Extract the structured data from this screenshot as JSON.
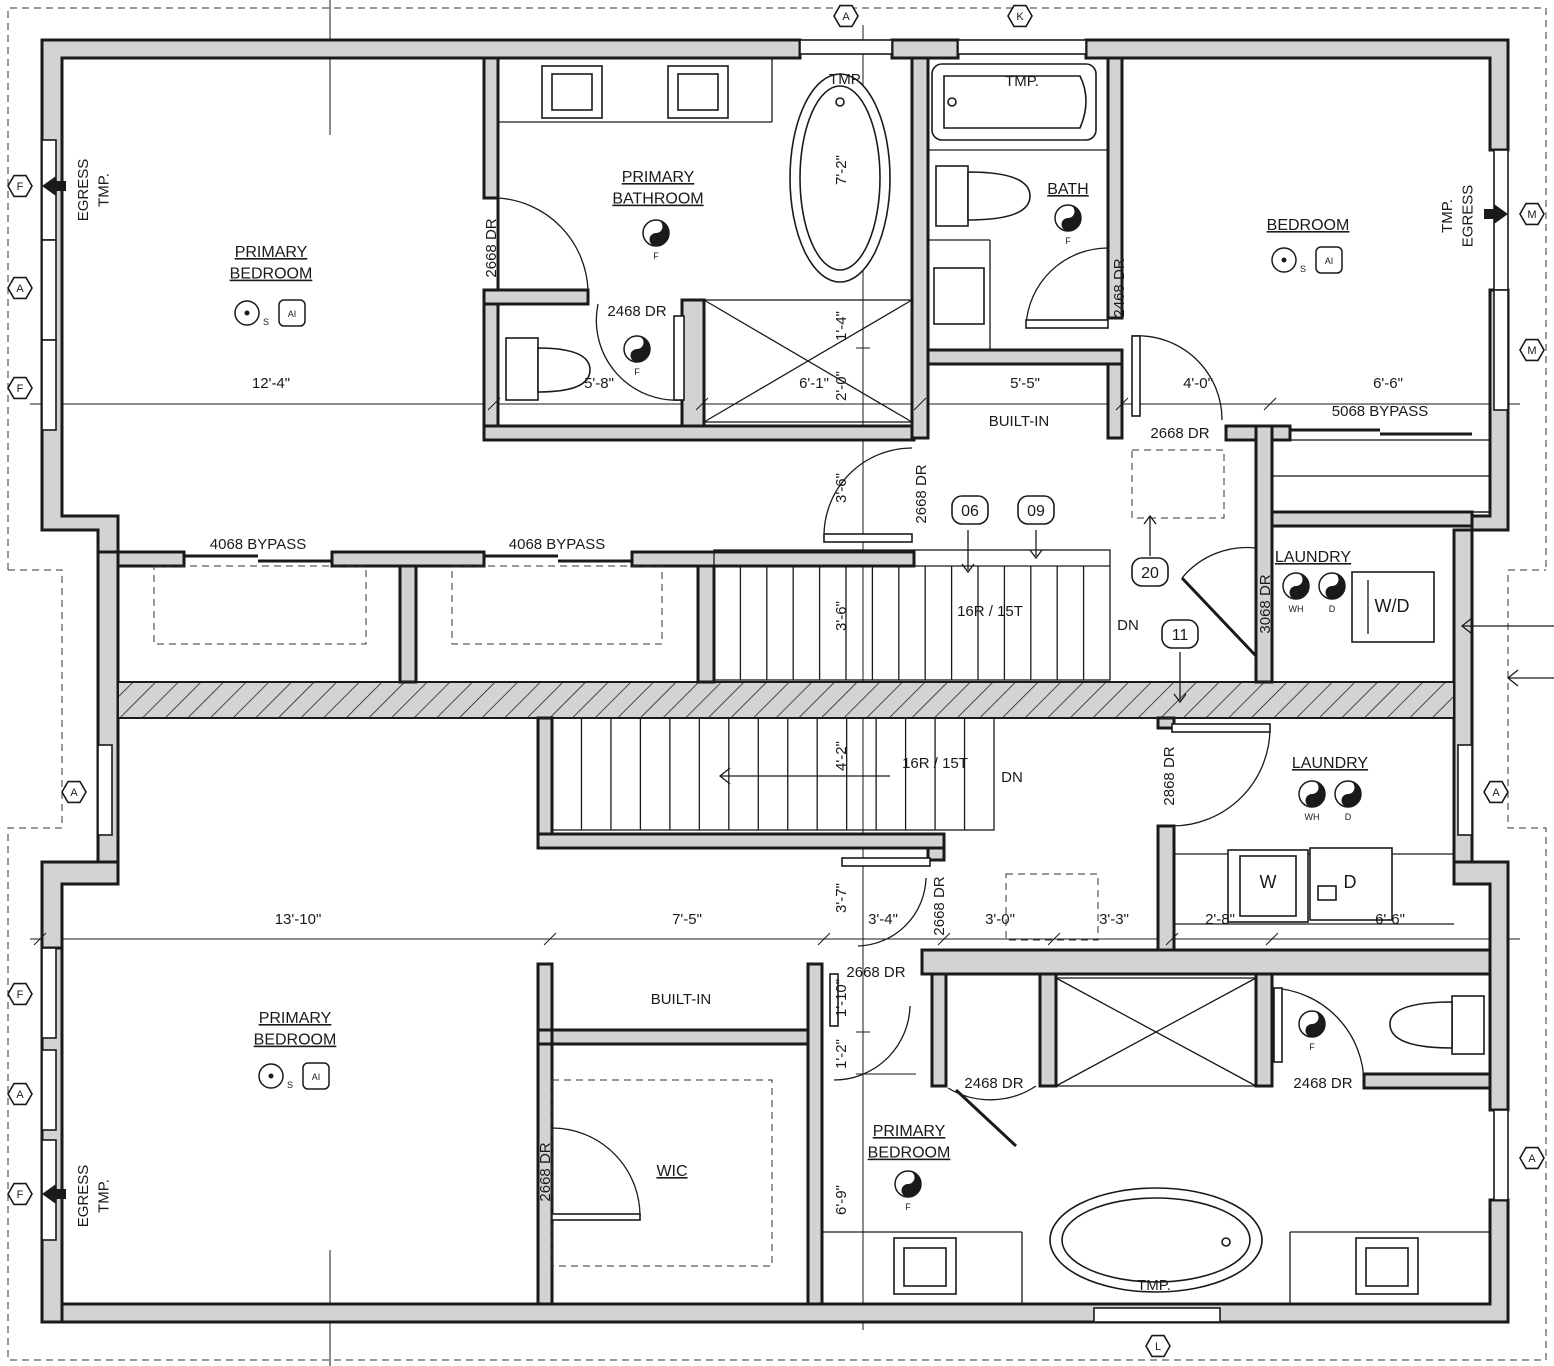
{
  "rooms": {
    "upper_primary_bedroom": "PRIMARY\nBEDROOM",
    "upper_primary_bathroom": "PRIMARY\nBATHROOM",
    "bath": "BATH",
    "bedroom": "BEDROOM",
    "laundry_upper": "LAUNDRY",
    "laundry_lower": "LAUNDRY",
    "lower_primary_bedroom_left": "PRIMARY\nBEDROOM",
    "lower_primary_bedroom_right": "PRIMARY\nBEDROOM",
    "wic": "WIC",
    "built_in_upper": "BUILT-IN",
    "built_in_lower": "BUILT-IN"
  },
  "doors": {
    "d2668_a": "2668 DR",
    "d2468_a": "2468 DR",
    "d2468_b": "2468 DR",
    "d2668_b": "2668 DR",
    "d2668_c": "2668 DR",
    "d3068": "3068 DR",
    "bypass_a": "4068 BYPASS",
    "bypass_b": "4068 BYPASS",
    "bypass_c": "5068 BYPASS",
    "d2868": "2868 DR",
    "d2668_d": "2668 DR",
    "d2668_e": "2668 DR",
    "d2468_c": "2468 DR",
    "d2468_d": "2468 DR",
    "d2668_f": "2668 DR"
  },
  "dimensions": {
    "upper_12_4": "12'-4\"",
    "upper_5_8": "5'-8\"",
    "upper_6_1": "6'-1\"",
    "upper_5_5": "5'-5\"",
    "upper_4_0": "4'-0\"",
    "upper_6_6": "6'-6\"",
    "v_7_2": "7'-2\"",
    "v_1_4": "1'-4\"",
    "v_2_0": "2'-0\"",
    "v_3_6a": "3'-6\"",
    "v_3_6b": "3'-6\"",
    "v_4_2": "4'-2\"",
    "v_3_7": "3'-7\"",
    "lower_13_10": "13'-10\"",
    "lower_7_5": "7'-5\"",
    "lower_3_4": "3'-4\"",
    "lower_3_0": "3'-0\"",
    "lower_3_3": "3'-3\"",
    "lower_2_8": "2'-8\"",
    "lower_6_6": "6'-6\"",
    "v_1_10": "1'-10\"",
    "v_1_2": "1'-2\"",
    "v_6_9": "6'-9\""
  },
  "stairs": {
    "upper_stair": "16R / 15T",
    "lower_stair": "16R / 15T",
    "dn_upper": "DN",
    "dn_lower": "DN"
  },
  "tags": {
    "tag_06": "06",
    "tag_09": "09",
    "tag_20": "20",
    "tag_11": "11"
  },
  "grid_markers": {
    "top_a": "A",
    "top_k": "K",
    "left_f1": "F",
    "left_a1": "A",
    "left_f2": "F",
    "left_a2": "A",
    "left_f3": "F",
    "left_a3": "A",
    "left_f4": "F",
    "right_m1": "M",
    "right_m2": "M",
    "right_a1": "A",
    "right_a2": "A",
    "bottom_l": "L"
  },
  "fixtures": {
    "tmp_a": "TMP.",
    "tmp_b": "TMP.",
    "tmp_c": "TMP.",
    "egress_upper_left": "EGRESS\nTMP.",
    "egress_upper_right": "TMP.\nEGRESS",
    "egress_lower_left": "EGRESS\nTMP.",
    "wd_combo": "W/D",
    "washer": "W",
    "dryer": "D",
    "wh_a": "WH",
    "d_a": "D",
    "wh_b": "WH",
    "d_b": "D",
    "f1": "F",
    "f2": "F",
    "f3": "F",
    "f4": "F",
    "f5": "F",
    "s1": "S",
    "s2": "S",
    "s3": "S",
    "ai1": "AI",
    "ai2": "AI",
    "ai3": "AI"
  }
}
